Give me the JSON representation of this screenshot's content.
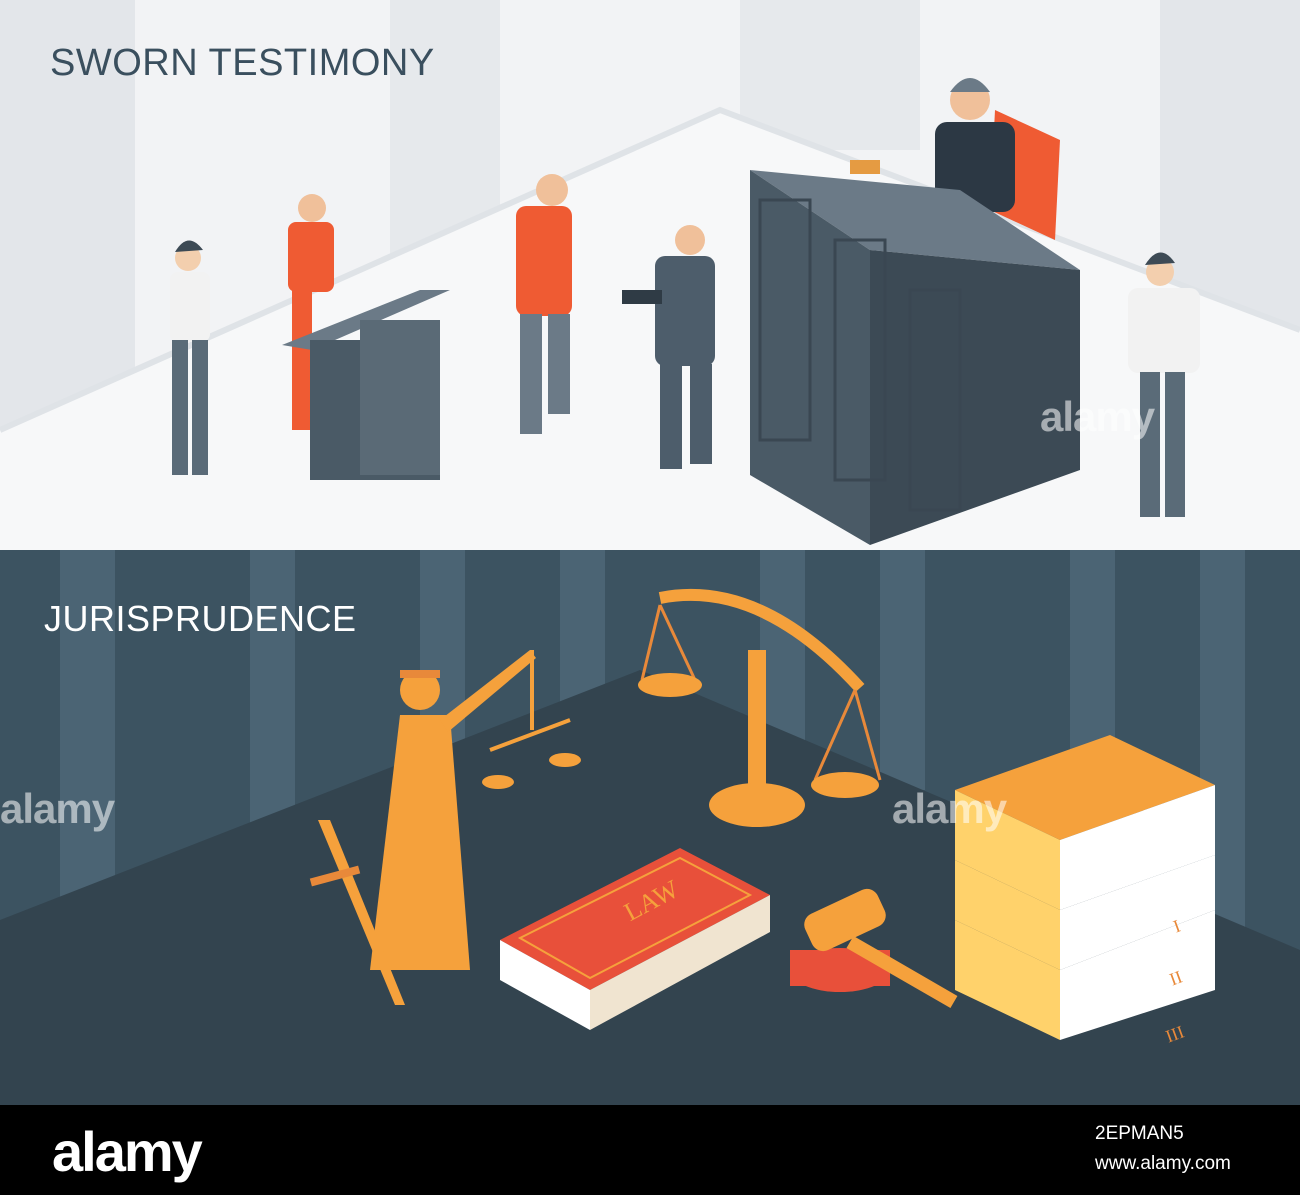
{
  "banners": [
    {
      "title": "SWORN TESTIMONY"
    },
    {
      "title": "JURISPRUDENCE",
      "book_label": "LAW",
      "spine_numerals": [
        "I",
        "II",
        "III"
      ]
    }
  ],
  "watermark": {
    "text": "alamy"
  },
  "footer": {
    "logo": "alamy",
    "image_id": "2EPMAN5",
    "site": "www.alamy.com"
  },
  "colors": {
    "top_background": "#f2f3f5",
    "bottom_background": "#3c5361",
    "accent_orange": "#f5a13c",
    "accent_red": "#e8503a",
    "footer_background": "#000000"
  }
}
